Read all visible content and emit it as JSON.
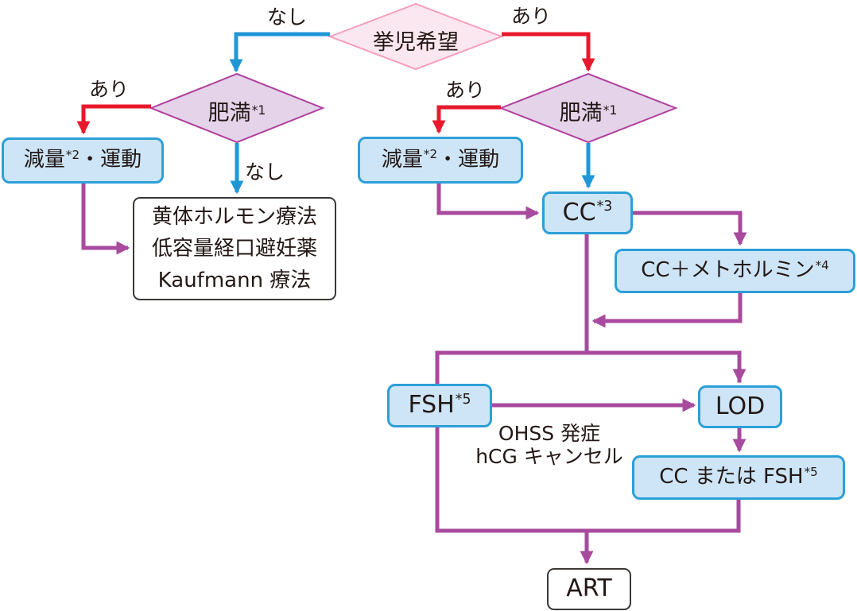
{
  "colors": {
    "blue": "#1f97d6",
    "red": "#e8192c",
    "purple": "#a84a9e",
    "box_fill": "#cde5f6",
    "box_border": "#2d9fd8",
    "pink_fill": "#fbe7ef",
    "pink_border": "#f59ebc",
    "lavender_fill": "#e4d3e9",
    "lavender_border": "#b03f9e",
    "white_box_border": "#3b3835",
    "text": "#231815"
  },
  "nodes": {
    "kyoji_kibo": {
      "label": "挙児希望"
    },
    "himan_left": {
      "pre": "肥満",
      "sup": "*1"
    },
    "himan_right": {
      "pre": "肥満",
      "sup": "*1"
    },
    "genryo_left": {
      "pre": "減量",
      "sup": "*2",
      "post": "・運動"
    },
    "genryo_right": {
      "pre": "減量",
      "sup": "*2",
      "post": "・運動"
    },
    "hormone_box": {
      "line1": "黄体ホルモン療法",
      "line2": "低容量経口避妊薬",
      "line3": "Kaufmann 療法"
    },
    "cc": {
      "pre": "CC",
      "sup": "*3"
    },
    "cc_metformin": {
      "pre": "CC＋メトホルミン",
      "sup": "*4"
    },
    "fsh": {
      "pre": "FSH",
      "sup": "*5"
    },
    "lod": {
      "label": "LOD"
    },
    "cc_or_fsh": {
      "pre": "CC または FSH",
      "sup": "*5"
    },
    "art": {
      "label": "ART"
    }
  },
  "edge_labels": {
    "top_nashi": "なし",
    "top_ari": "あり",
    "left_ari": "あり",
    "left_nashi": "なし",
    "right_ari": "あり",
    "ohss_line1": "OHSS 発症",
    "ohss_line2": "hCG キャンセル"
  }
}
